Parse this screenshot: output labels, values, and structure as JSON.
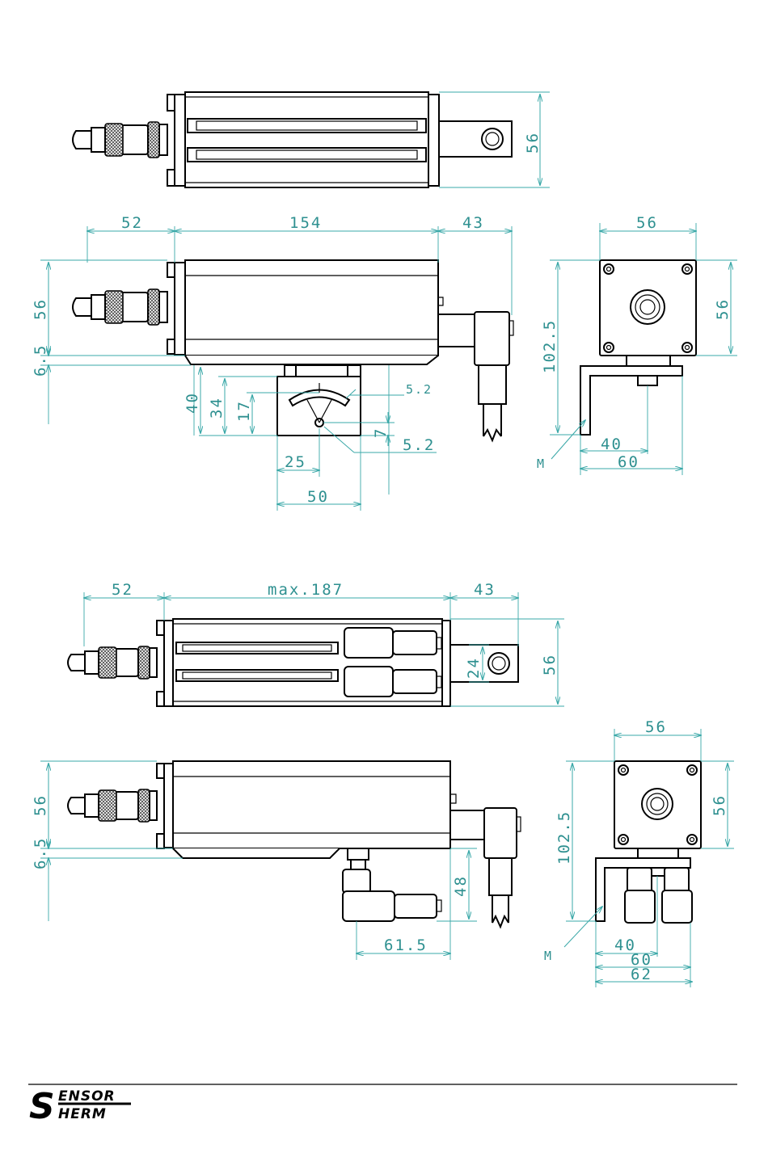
{
  "drawing": {
    "view1": {
      "dims": {
        "height": "56"
      }
    },
    "view2": {
      "dims": {
        "left": "52",
        "body": "154",
        "right": "43",
        "height": "56",
        "offset": "6.5",
        "h40": "40",
        "h34": "34",
        "h17": "17",
        "slot_r": "5.2",
        "hole": "5.2",
        "h7": "7",
        "w25": "25",
        "w50": "50"
      }
    },
    "view3": {
      "dims": {
        "width": "56",
        "height": "56",
        "total": "102.5",
        "w40": "40",
        "w60": "60",
        "mark": "M"
      }
    },
    "view4": {
      "dims": {
        "left": "52",
        "body": "max.187",
        "right": "43",
        "height": "56",
        "h24": "24"
      }
    },
    "view5": {
      "dims": {
        "height": "56",
        "offset": "6.5",
        "h48": "48",
        "w615": "61.5"
      }
    },
    "view6": {
      "dims": {
        "width": "56",
        "height": "56",
        "total": "102.5",
        "w40": "40",
        "w60": "60",
        "w62": "62",
        "mark": "M"
      }
    }
  },
  "logo": {
    "line1": "ENSOR",
    "line2": "HERM",
    "initial": "S"
  }
}
